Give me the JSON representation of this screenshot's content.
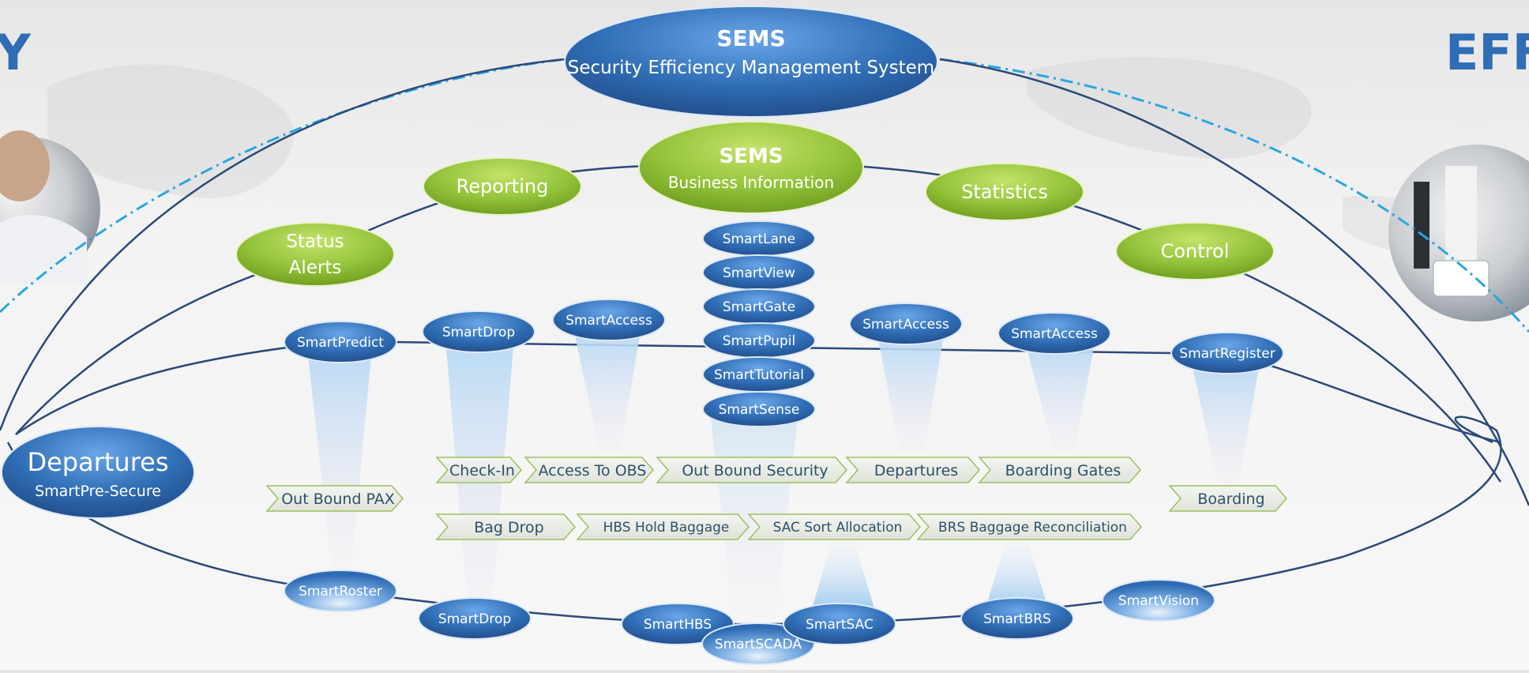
{
  "sems_top": {
    "title": "SEMS",
    "subtitle": "Security Efficiency Management System"
  },
  "sems_bi": {
    "title": "SEMS",
    "subtitle": "Business Information"
  },
  "green_nodes": {
    "reporting": "Reporting",
    "statistics": "Statistics",
    "control": "Control",
    "status_alerts": [
      "Status",
      "Alerts"
    ]
  },
  "center_stack": [
    "SmartLane",
    "SmartView",
    "SmartGate",
    "SmartPupil",
    "SmartTutorial",
    "SmartSense"
  ],
  "upper_ring": [
    "SmartPredict",
    "SmartDrop",
    "SmartAccess",
    "SmartAccess",
    "SmartAccess",
    "SmartRegister"
  ],
  "lower_ring": [
    "SmartRoster",
    "SmartDrop",
    "SmartHBS",
    "SmartSCADA",
    "SmartSAC",
    "SmartBRS",
    "SmartVision"
  ],
  "departures": {
    "title": "Departures",
    "subtitle": "SmartPre-Secure"
  },
  "process_row1": [
    "Check-In",
    "Access To OBS",
    "Out Bound Security",
    "Departures",
    "Boarding Gates"
  ],
  "process_row2": [
    "Bag Drop",
    "HBS Hold Baggage",
    "SAC Sort Allocation",
    "BRS Baggage Reconciliation"
  ],
  "out_bound_pax": "Out Bound PAX",
  "boarding": "Boarding",
  "edge_left_text": "Y",
  "edge_right_text": "EFF",
  "colors": {
    "blue_dark": "#2f6db5",
    "blue_light": "#5b97dc",
    "green_dark": "#6f9f1f",
    "green_light": "#a6cf45",
    "line": "#2a4a7a",
    "dash": "#29a6e0",
    "arrow_fill": "#e8ebe4",
    "arrow_stroke": "#9cc05c"
  }
}
